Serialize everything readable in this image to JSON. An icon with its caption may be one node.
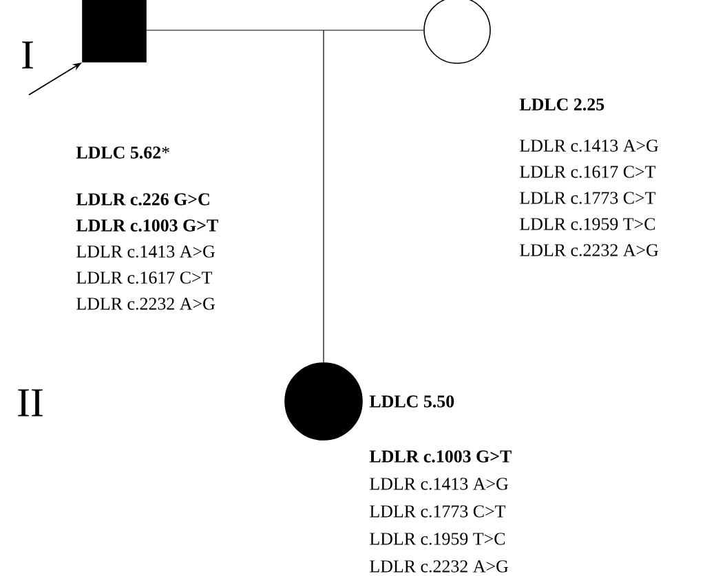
{
  "diagram": {
    "nodes": [
      {
        "text": [],
        "shape": "box",
        "beside": [
          "**LDLC 5.62***",
          "**LDLR c.226 G>C**",
          "**LDLR c.1003 G>T**",
          "LDLR c.1413 A>G",
          "LDLR c.1617 C>T",
          "LDLR c.2232 A>G"
        ]
      },
      {
        "text": [],
        "shape": "circle",
        "beside": [
          "**LDLC 2.25**",
          "LDLR c.1413 A>G",
          "LDLR c.1617 C>T",
          "LDLR c.1773 C>T",
          "LDLR c.1959 T>C",
          "LDLR c.2232 A>G"
        ]
      },
      {
        "text": [],
        "shape": "circle",
        "beside": [
          "**LDLC 5.50**",
          "**LDLR c.1003 G>T**",
          "LDLR c.1413 A>G",
          "LDLR c.1773 C>T",
          "LDLR c.1959 T>C",
          "LDLR c.2232 A>G"
        ]
      }
    ],
    "edges": [
      {
        "from": 0,
        "to": 2,
        "arrow": "none"
      },
      {
        "from": 1,
        "to": 2,
        "arrow": "none"
      },
      {
        "from": null,
        "to": 0,
        "arrow": "to"
      }
    ],
    "labels": [
      "I",
      "II"
    ]
  }
}
